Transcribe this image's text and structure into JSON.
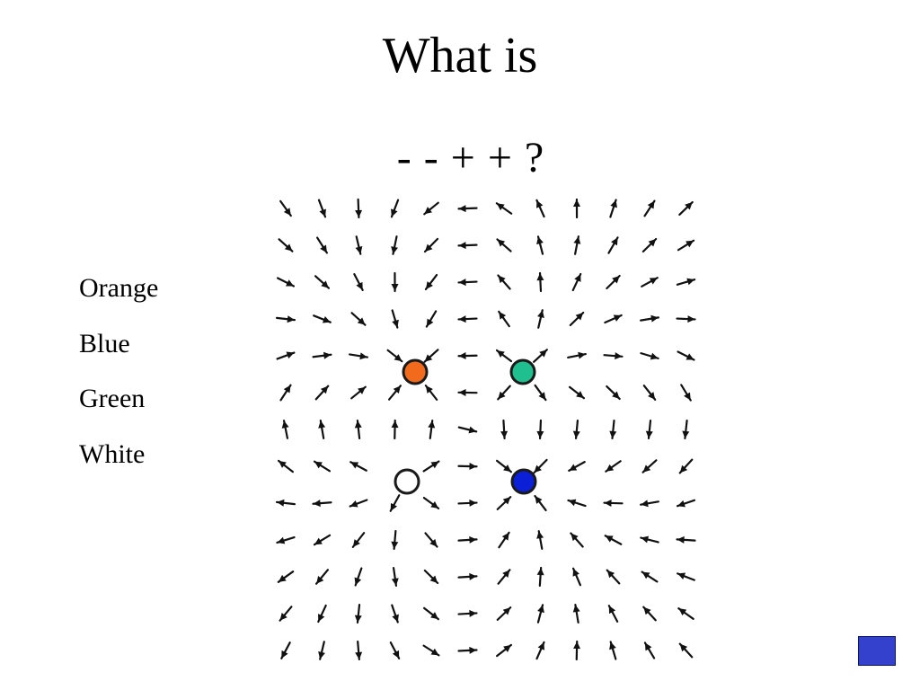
{
  "slide": {
    "title": "What is",
    "subtitle": "- - + + ?",
    "labels": [
      "Orange",
      "Blue",
      "Green",
      "White"
    ]
  },
  "charges": [
    {
      "name": "orange",
      "color": "#f26a1b"
    },
    {
      "name": "green",
      "color": "#1fbf8f"
    },
    {
      "name": "white",
      "color": "#ffffff"
    },
    {
      "name": "blue",
      "color": "#0a1fd6"
    }
  ],
  "colors": {
    "arrow": "#111111",
    "nav_button": "#3341cc"
  },
  "icons": {
    "nav_button": "nav-square-icon"
  }
}
